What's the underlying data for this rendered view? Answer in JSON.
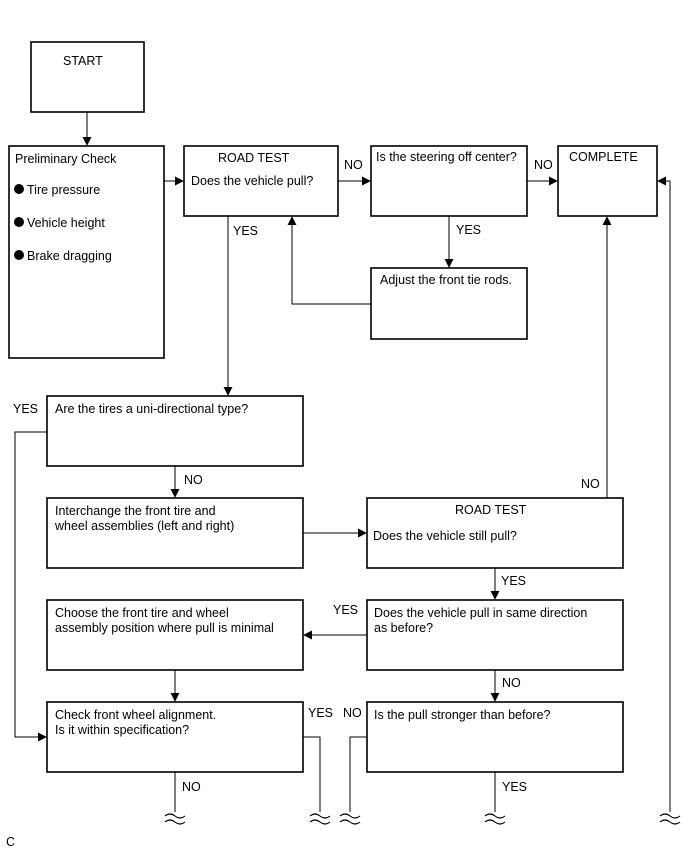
{
  "start": "START",
  "preliminary": {
    "title": "Preliminary Check",
    "items": [
      "Tire pressure",
      "Vehicle height",
      "Brake dragging"
    ]
  },
  "road_test_1": {
    "heading": "ROAD TEST",
    "question": "Does the vehicle pull?"
  },
  "steering": {
    "question": "Is the steering off center?"
  },
  "complete": "COMPLETE",
  "adjust": "Adjust the front tie rods.",
  "unidirectional": "Are the tires a uni-directional type?",
  "interchange": {
    "line1": "Interchange the front tire and",
    "line2": "wheel assemblies (left and right)"
  },
  "road_test_2": {
    "heading": "ROAD TEST",
    "question": "Does the vehicle still pull?"
  },
  "choose": {
    "line1": "Choose the front tire and wheel",
    "line2": "assembly position where pull is minimal"
  },
  "same_direction": {
    "line1": "Does the vehicle pull in same direction",
    "line2": "as before?"
  },
  "alignment": {
    "line1": "Check front wheel alignment.",
    "line2": "Is it within specification?"
  },
  "stronger": "Is the pull stronger than before?",
  "labels": {
    "no": "NO",
    "yes": "YES"
  },
  "figure_code": "C"
}
